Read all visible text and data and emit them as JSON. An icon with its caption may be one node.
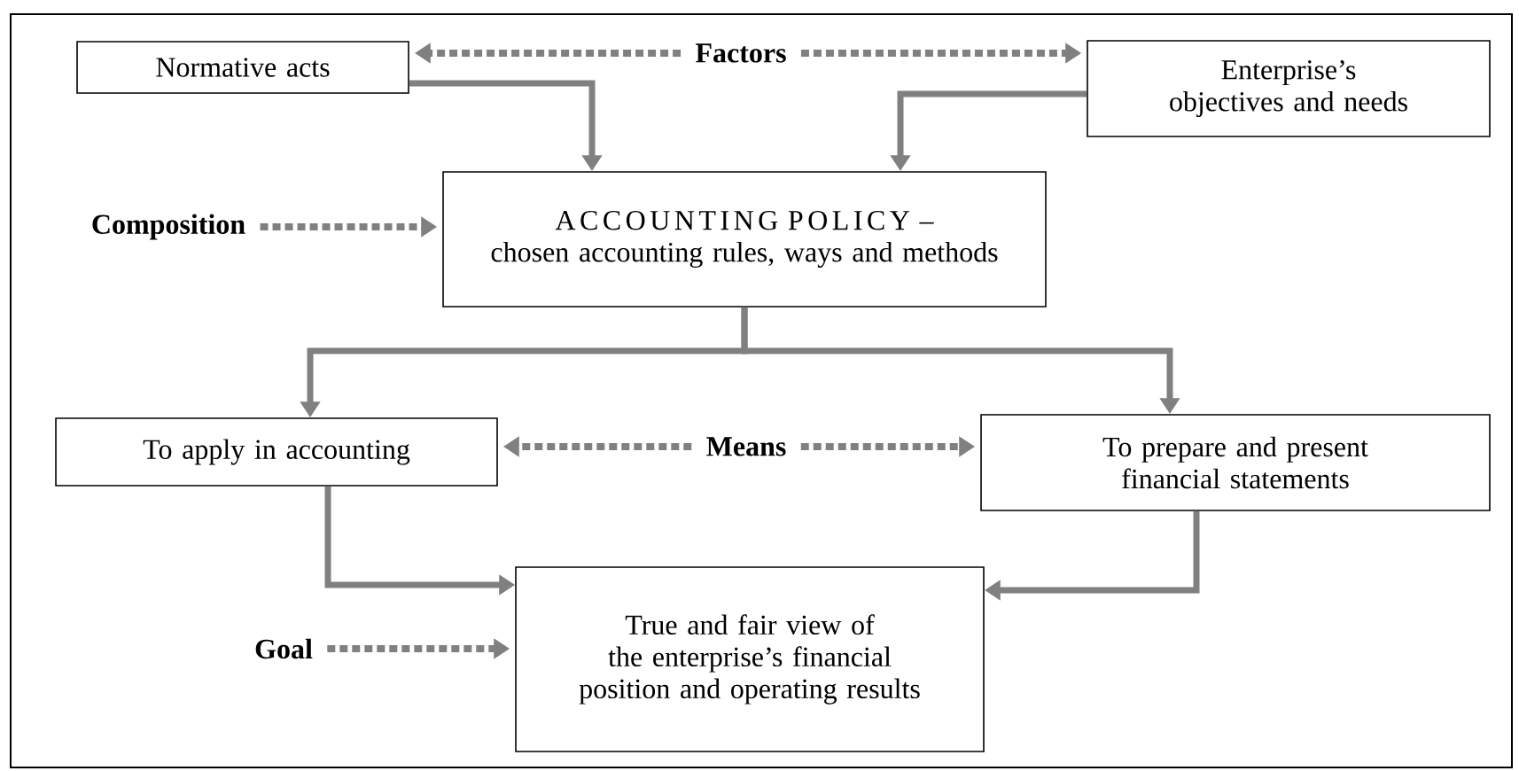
{
  "diagram": {
    "nodes": [
      {
        "text": [
          "Normative acts"
        ]
      },
      {
        "text": [
          "Factors"
        ]
      },
      {
        "text": [
          "Enterprise’s objectives and needs"
        ]
      },
      {
        "text": [
          "Composition"
        ]
      },
      {
        "text": [
          "ACCOUNTING POLICY –",
          "chosen accounting rules, ways and methods"
        ]
      },
      {
        "text": [
          "To apply in accounting"
        ]
      },
      {
        "text": [
          "Means"
        ]
      },
      {
        "text": [
          "To prepare and present financial statements"
        ]
      },
      {
        "text": [
          "Goal"
        ]
      },
      {
        "text": [
          "True and fair view of the enterprise’s financial position and operating results"
        ]
      }
    ],
    "edges": [
      {
        "from": 1,
        "to": 0,
        "arrow": "to",
        "style": "dashed"
      },
      {
        "from": 1,
        "to": 2,
        "arrow": "to",
        "style": "dashed"
      },
      {
        "from": 0,
        "to": 4,
        "arrow": "to"
      },
      {
        "from": 2,
        "to": 4,
        "arrow": "to"
      },
      {
        "from": 3,
        "to": 4,
        "arrow": "to",
        "style": "dashed"
      },
      {
        "from": 4,
        "to": 5,
        "arrow": "to"
      },
      {
        "from": 4,
        "to": 7,
        "arrow": "to"
      },
      {
        "from": 6,
        "to": 5,
        "arrow": "to",
        "style": "dashed"
      },
      {
        "from": 6,
        "to": 7,
        "arrow": "to",
        "style": "dashed"
      },
      {
        "from": 5,
        "to": 9,
        "arrow": "to"
      },
      {
        "from": 7,
        "to": 9,
        "arrow": "to"
      },
      {
        "from": 8,
        "to": 9,
        "arrow": "to",
        "style": "dashed"
      }
    ]
  }
}
